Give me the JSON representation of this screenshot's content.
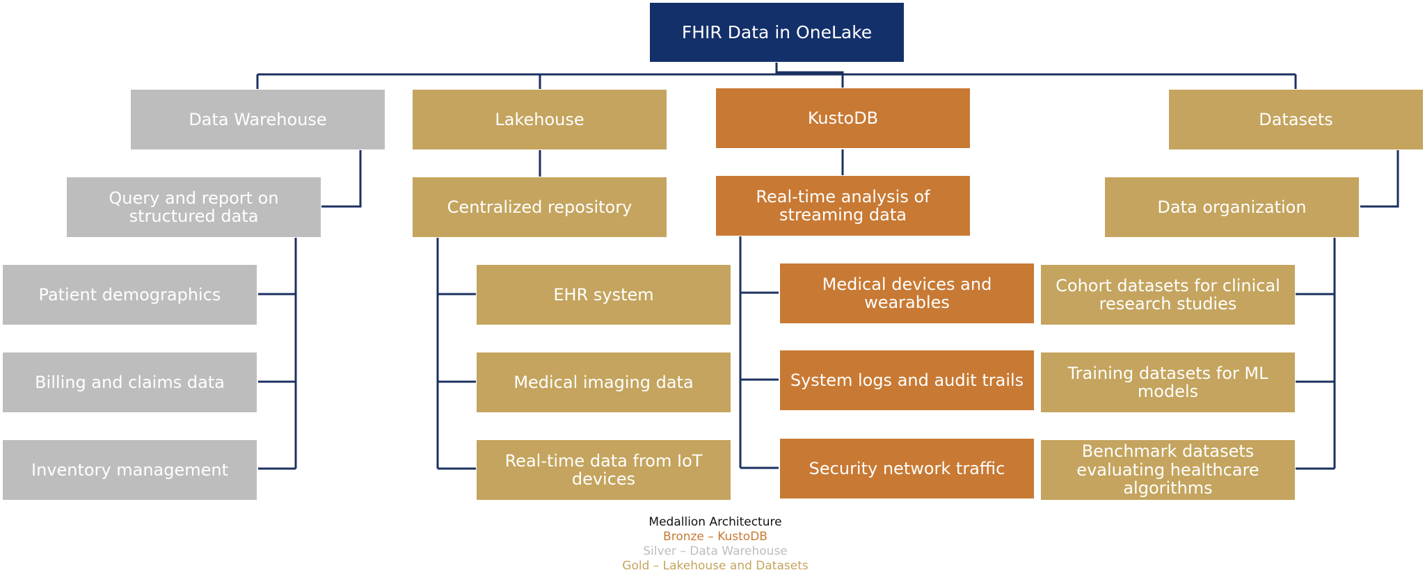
{
  "colors": {
    "line": "#1b3060",
    "root": "#13306a",
    "silver": "#bdbdbd",
    "gold": "#c4a45e",
    "bronze": "#c87933"
  },
  "root": "FHIR Data in OneLake",
  "data_warehouse": {
    "title": "Data Warehouse",
    "sub": "Query and report on structured data",
    "items": [
      "Patient demographics",
      "Billing and claims data",
      "Inventory management"
    ]
  },
  "lakehouse": {
    "title": "Lakehouse",
    "sub": "Centralized repository",
    "items": [
      "EHR system",
      "Medical imaging data",
      "Real-time data from IoT devices"
    ]
  },
  "kustodb": {
    "title": "KustoDB",
    "sub": "Real-time analysis of streaming data",
    "items": [
      "Medical devices and wearables",
      "System logs and audit trails",
      "Security network traffic"
    ]
  },
  "datasets": {
    "title": "Datasets",
    "sub": "Data organization",
    "items": [
      "Cohort datasets for clinical research studies",
      "Training datasets for ML models",
      "Benchmark datasets evaluating healthcare algorithms"
    ]
  },
  "legend": {
    "title": "Medallion Architecture",
    "bronze": "Bronze – KustoDB",
    "silver": "Silver – Data Warehouse",
    "gold": "Gold – Lakehouse and Datasets"
  }
}
